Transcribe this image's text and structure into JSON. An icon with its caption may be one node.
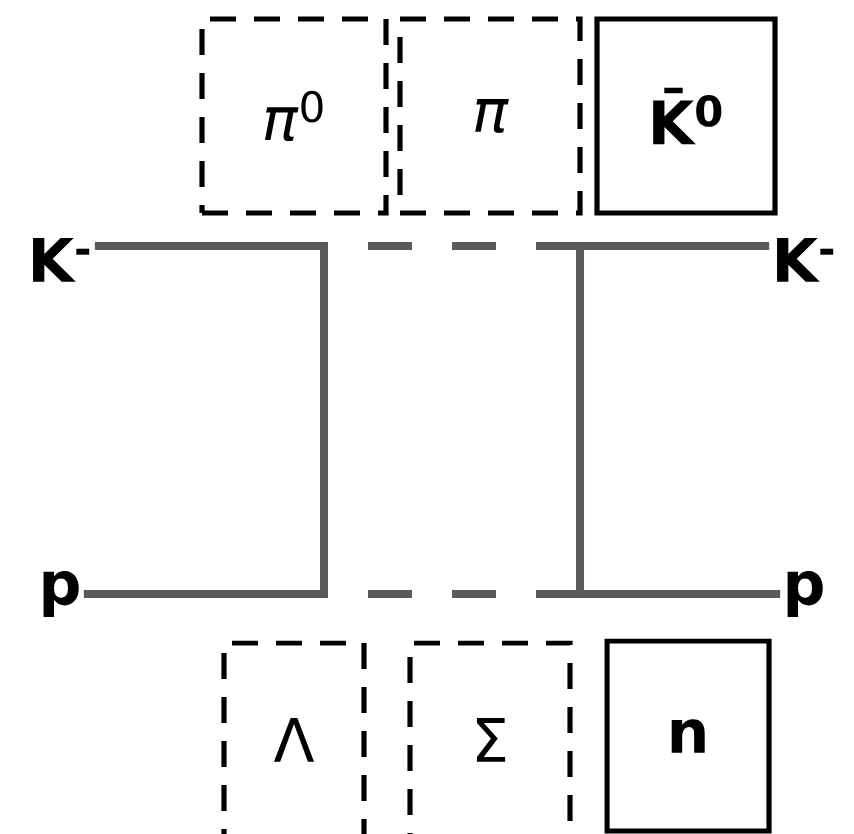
{
  "diagram": {
    "nodes": [
      {
        "text": [
          "K$^{-}$"
        ]
      },
      {
        "text": [
          "K$^{-}$"
        ]
      },
      {
        "text": [
          "p"
        ]
      },
      {
        "text": [
          "p"
        ]
      },
      {
        "text": [
          "*π*$^{0}$"
        ]
      },
      {
        "text": [
          "π"
        ]
      },
      {
        "text": [
          "K̄$^{0}$"
        ]
      },
      {
        "text": [
          "Λ"
        ]
      },
      {
        "text": [
          "Σ"
        ]
      },
      {
        "text": [
          "n"
        ]
      }
    ],
    "edges": [
      {
        "from": 0,
        "to": 2,
        "arrow": "none"
      },
      {
        "from": 1,
        "to": 3,
        "arrow": "none"
      }
    ]
  }
}
